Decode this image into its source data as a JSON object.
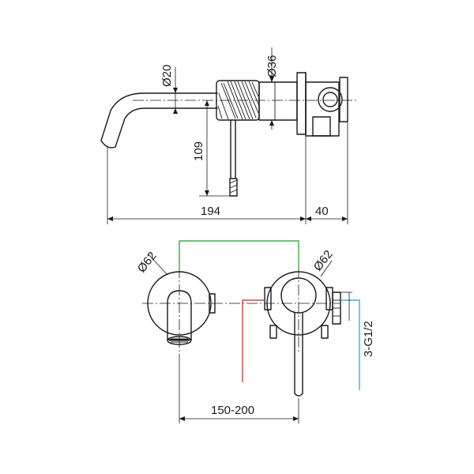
{
  "labels": {
    "spout_dia": "Ø20",
    "body_dia": "Ø36",
    "height": "109",
    "length": "194",
    "depth": "40",
    "plate_left": "Ø62",
    "plate_right": "Ø62",
    "thread": "3-G1/2",
    "spacing": "150-200"
  },
  "colors": {
    "line": "#1a1a1a",
    "hot": "#d11f1f",
    "cold": "#1aa0d8",
    "mix": "#1a9a2a"
  }
}
